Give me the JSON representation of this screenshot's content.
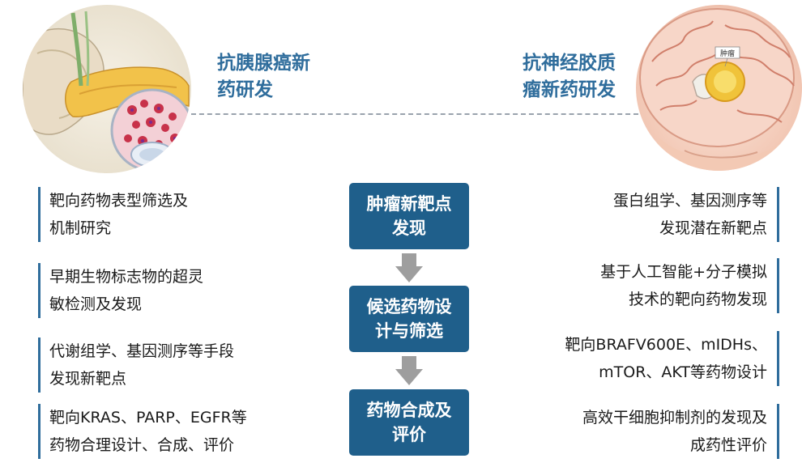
{
  "left_section": {
    "title_lines": [
      "抗胰腺癌新",
      "药研发"
    ],
    "items": [
      {
        "lines": [
          "靶向药物表型筛选及",
          "机制研究"
        ]
      },
      {
        "lines": [
          "早期生物标志物的超灵",
          "敏检测及发现"
        ]
      },
      {
        "lines": [
          "代谢组学、基因测序等手段",
          "发现新靶点"
        ]
      },
      {
        "lines": [
          "靶向KRAS、PARP、EGFR等",
          "药物合理设计、合成、评价"
        ]
      }
    ]
  },
  "right_section": {
    "title_lines": [
      "抗神经胶质",
      "瘤新药研发"
    ],
    "items": [
      {
        "lines": [
          "蛋白组学、基因测序等",
          "发现潜在新靶点"
        ]
      },
      {
        "lines": [
          "基于人工智能+分子模拟",
          "技术的靶向药物发现"
        ]
      },
      {
        "lines": [
          "靶向BRAFV600E、mIDHs、",
          "mTOR、AKT等药物设计"
        ]
      },
      {
        "lines": [
          "高效干细胞抑制剂的发现及",
          "成药性评价"
        ]
      }
    ]
  },
  "flow_steps": [
    {
      "lines": [
        "肿瘤新靶点",
        "发现"
      ]
    },
    {
      "lines": [
        "候选药物设",
        "计与筛选"
      ]
    },
    {
      "lines": [
        "药物合成及",
        "评价"
      ]
    }
  ],
  "brain_illustration_label": "肿瘤",
  "colors": {
    "accent": "#2f6d9c",
    "step_box": "#1f5f8b",
    "arrow": "#9e9e9e",
    "dashed_line": "#9aa3ad"
  },
  "icons": {
    "left_illustration": "pancreas-illustration",
    "right_illustration": "brain-tumor-illustration",
    "flow_arrow": "down-arrow-icon"
  }
}
